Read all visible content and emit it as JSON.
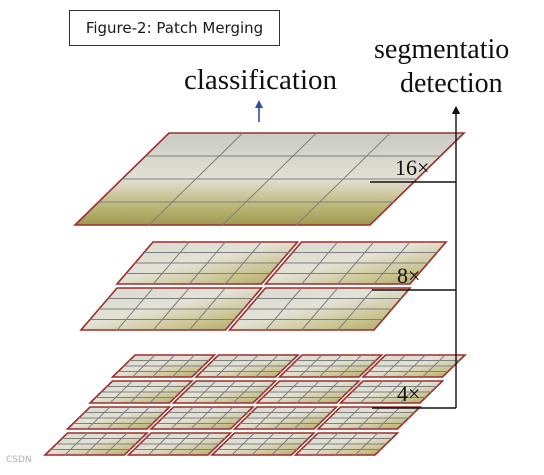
{
  "caption": "Figure-2: Patch Merging",
  "top_label": "classification",
  "right_labels": {
    "line1": "segmentatio",
    "line2": "detection"
  },
  "scales": [
    "16×",
    "8×",
    "4×"
  ],
  "watermark": "CSDN",
  "colors": {
    "tile_border": "#9b2e2e",
    "grid_line": "#7f7f7f",
    "arrow_blue": "#2d4fa0",
    "arrow_black": "#111111"
  },
  "levels": [
    {
      "name": "16x",
      "grid": 1,
      "cells": 4
    },
    {
      "name": "8x",
      "grid": 2,
      "cells": 4
    },
    {
      "name": "4x",
      "grid": 4,
      "cells": 4
    }
  ]
}
